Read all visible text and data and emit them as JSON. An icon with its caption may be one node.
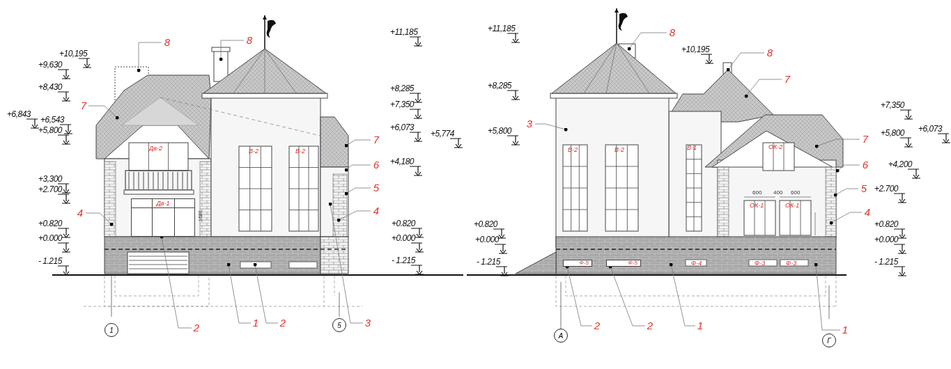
{
  "diagram": {
    "nodes": [
      {
        "text": [
          "8"
        ]
      },
      {
        "text": [
          "8"
        ]
      },
      {
        "text": [
          "7"
        ]
      },
      {
        "text": [
          "7"
        ]
      },
      {
        "text": [
          "6"
        ]
      },
      {
        "text": [
          "5"
        ]
      },
      {
        "text": [
          "4"
        ]
      },
      {
        "text": [
          "4"
        ]
      },
      {
        "text": [
          "2"
        ]
      },
      {
        "text": [
          "1"
        ]
      },
      {
        "text": [
          "2"
        ]
      },
      {
        "text": [
          "3"
        ]
      },
      {
        "text": [
          "1"
        ]
      },
      {
        "text": [
          "5"
        ]
      },
      {
        "text": [
          "8"
        ]
      },
      {
        "text": [
          "3"
        ]
      },
      {
        "text": [
          "8"
        ]
      },
      {
        "text": [
          "7"
        ]
      },
      {
        "text": [
          "7"
        ]
      },
      {
        "text": [
          "6"
        ]
      },
      {
        "text": [
          "5"
        ]
      },
      {
        "text": [
          "4"
        ]
      },
      {
        "text": [
          "2"
        ]
      },
      {
        "text": [
          "2"
        ]
      },
      {
        "text": [
          "1"
        ]
      },
      {
        "text": [
          "1"
        ]
      },
      {
        "text": [
          "А"
        ]
      },
      {
        "text": [
          "Г"
        ]
      },
      {
        "text": [
          "Дв-1"
        ]
      },
      {
        "text": [
          "Ф-5"
        ]
      },
      {
        "text": [
          "Ф-5"
        ]
      }
    ],
    "edges": [
      {
        "from": 0,
        "to": null,
        "arrow": "other"
      },
      {
        "from": 1,
        "to": null,
        "arrow": "other"
      },
      {
        "from": 2,
        "to": null,
        "arrow": "other"
      },
      {
        "from": 3,
        "to": null,
        "arrow": "other"
      },
      {
        "from": 4,
        "to": null,
        "arrow": "other"
      },
      {
        "from": 5,
        "to": null,
        "arrow": "other"
      },
      {
        "from": 6,
        "to": null,
        "arrow": "other"
      },
      {
        "from": 7,
        "to": null,
        "arrow": "other"
      },
      {
        "from": 8,
        "to": 28,
        "arrow": "other"
      },
      {
        "from": 9,
        "to": null,
        "arrow": "other"
      },
      {
        "from": 10,
        "to": null,
        "arrow": "other"
      },
      {
        "from": 11,
        "to": null,
        "arrow": "other"
      },
      {
        "from": 14,
        "to": null,
        "arrow": "other"
      },
      {
        "from": 15,
        "to": null,
        "arrow": "other"
      },
      {
        "from": 16,
        "to": null,
        "arrow": "other"
      },
      {
        "from": 17,
        "to": null,
        "arrow": "other"
      },
      {
        "from": 18,
        "to": null,
        "arrow": "other"
      },
      {
        "from": 19,
        "to": null,
        "arrow": "other"
      },
      {
        "from": 20,
        "to": null,
        "arrow": "other"
      },
      {
        "from": 21,
        "to": null,
        "arrow": "other"
      },
      {
        "from": 22,
        "to": 29,
        "arrow": "other"
      },
      {
        "from": 23,
        "to": 30,
        "arrow": "other"
      },
      {
        "from": 24,
        "to": null,
        "arrow": "other"
      },
      {
        "from": 25,
        "to": null,
        "arrow": "other"
      }
    ],
    "labels": [
      "+10,195",
      "+9,630",
      "+8,430",
      "+6,843",
      "+6,543",
      "+5,800",
      "+3,300",
      "+2.700",
      "+0.820",
      "+0.000",
      "- 1.215",
      "+11,185",
      "+8,285",
      "+7,350",
      "+6,073",
      "+5,774",
      "+4,180",
      "+0.820",
      "+0.000",
      "- 1.215",
      "Дв-2",
      "1680",
      "В-2",
      "В-2",
      "+11,185",
      "+8,285",
      "+5,800",
      "+0.820",
      "+0.000",
      "- 1.215",
      "+10,195",
      "В-2",
      "В-2",
      "В-1",
      "ОК-2",
      "600",
      "400",
      "600",
      "ОК-1",
      "ОК-1",
      "Ф-4",
      "Ф-3",
      "Ф-3",
      "+7,350",
      "+5,800",
      "+6,073",
      "+4,200",
      "+2.700",
      "+0.820",
      "+0.000",
      "- 1.215"
    ]
  }
}
